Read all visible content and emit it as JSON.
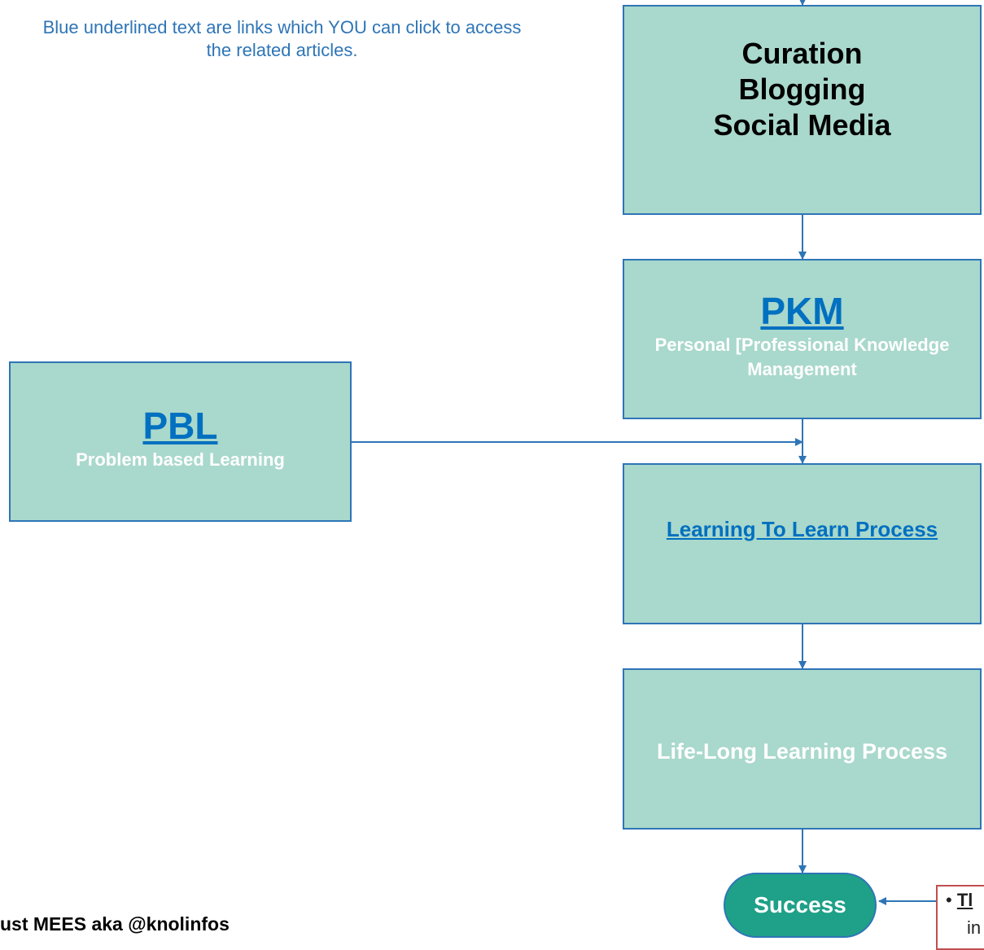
{
  "note": {
    "line1": "Blue underlined text are links which YOU can click to access",
    "line2": "the related articles."
  },
  "boxes": {
    "curation": {
      "line1": "Curation",
      "line2": "Blogging",
      "line3": "Social Media"
    },
    "pkm": {
      "title": "PKM",
      "sub1": "Personal [Professional Knowledge",
      "sub2": "Management"
    },
    "pbl": {
      "title": "PBL",
      "sub": "Problem based Learning"
    },
    "ltl": {
      "label": "Learning To Learn Process"
    },
    "lll": {
      "label": "Life-Long Learning Process"
    }
  },
  "success": {
    "label": "Success"
  },
  "author": {
    "text": "ust MEES aka @knolinfos"
  },
  "clipped": {
    "line1_bullet": "•",
    "line1_text": "Tl",
    "line2_text": "in"
  },
  "colors": {
    "box_fill": "#a9d8cc",
    "box_border": "#2e75b6",
    "link": "#0070c0",
    "success_fill": "#1fa088"
  }
}
